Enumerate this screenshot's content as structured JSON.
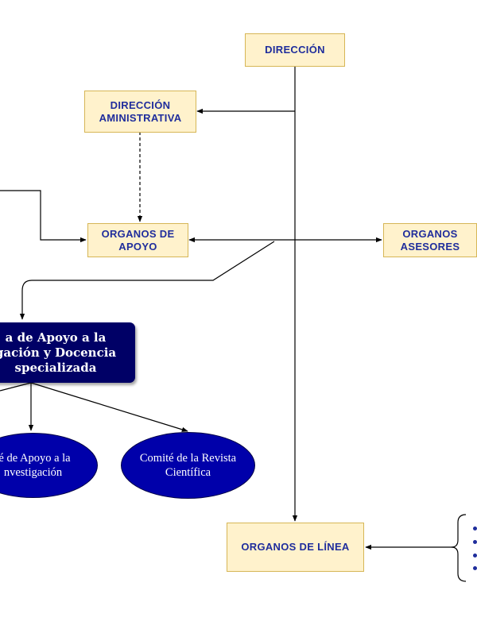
{
  "nodes": {
    "direccion": "DIRECCIÓN",
    "direccion_administrativa": "DIRECCIÓN\nAMINISTRATIVA",
    "organos_apoyo": "ORGANOS DE\nAPOYO",
    "organos_asesores": "ORGANOS\nASESORES",
    "organos_linea": "ORGANOS DE LÍNEA",
    "unidad_apoyo": "a de Apoyo a la\ngación y Docencia\nspecializada",
    "comite_investigacion": "té de Apoyo a la\nnvestigación",
    "comite_revista": "Comité de la Revista\nCientífica"
  },
  "colors": {
    "box_fill": "#fff2cc",
    "box_border": "#d6b656",
    "box_text": "#1f2d9c",
    "navy_fill": "#000066",
    "ellipse_fill": "#0000aa",
    "connector": "#000000"
  }
}
